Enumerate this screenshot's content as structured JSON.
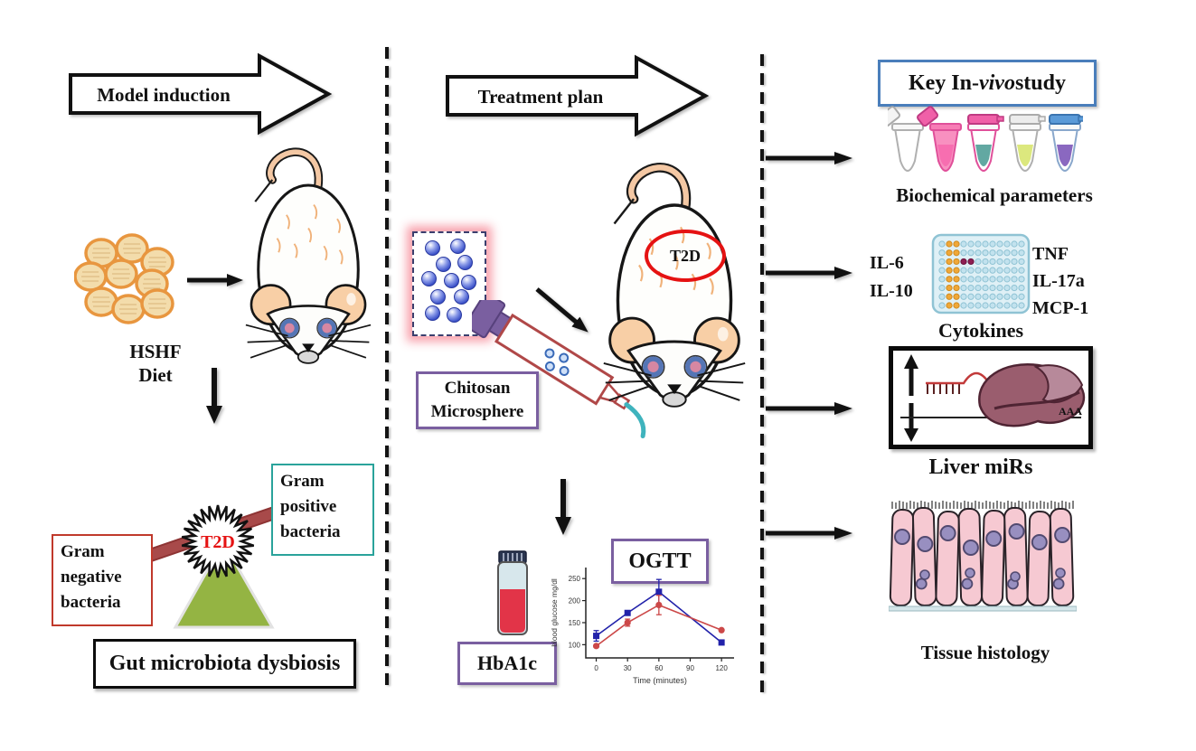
{
  "figure": {
    "sections": {
      "model_induction": {
        "banner": "Model induction",
        "diet": {
          "line1": "HSHF",
          "line2": "Diet"
        },
        "seesaw": {
          "center_label": "T2D",
          "left_box": {
            "line1": "Gram",
            "line2": "negative",
            "line3": "bacteria"
          },
          "right_box": {
            "line1": "Gram",
            "line2": "positive",
            "line3": "bacteria"
          }
        },
        "caption": "Gut microbiota dysbiosis"
      },
      "treatment_plan": {
        "banner": "Treatment plan",
        "microsphere_label": {
          "line1": "Chitosan",
          "line2": "Microsphere"
        },
        "mouse_tag": "T2D",
        "hba1c_label": "HbA1c",
        "ogtt_label": "OGTT"
      },
      "key_invivo": {
        "banner": {
          "prefix": "Key In-",
          "italic": "vivo",
          "suffix": " study"
        },
        "biochemical_caption": "Biochemical parameters",
        "cytokines": {
          "left_labels": {
            "line1": "IL-6",
            "line2": "IL-10"
          },
          "right_labels": {
            "line1": "TNF",
            "line2": "IL-17a",
            "line3": "MCP-1"
          },
          "caption": "Cytokines"
        },
        "liver": {
          "aaa": "AAA",
          "caption": "Liver miRs"
        },
        "histology_caption": "Tissue histology",
        "tube_liquids": [
          "none",
          "#f76eb0",
          "#62a8a2",
          "#dce87e",
          "#8a68c0"
        ]
      }
    },
    "colors": {
      "arrow": "#111111",
      "purple_box": "#7a5fa0",
      "blue_box": "#4a7ebb",
      "red_box": "#c0392b",
      "teal_box": "#2aa39b",
      "beam": "#a84a4a",
      "fulcrum": "#94b443",
      "t2d_red": "#e51212",
      "pellet_fill": "#f3dcab",
      "pellet_border": "#e8963f",
      "microsphere": "#3a50c8",
      "microsphere_glow": "#f797a3",
      "syringe_barrel": "#b04848",
      "syringe_plunger": "#7a5fa0",
      "syringe_tube": "#3fb3bd",
      "blood": "#e23448"
    }
  },
  "chart_data": {
    "type": "line",
    "title": "OGTT",
    "xlabel": "Time (minutes)",
    "ylabel": "blood glucose mg/dl",
    "x": [
      0,
      30,
      60,
      120
    ],
    "xticks": [
      0,
      30,
      60,
      90,
      120
    ],
    "yticks": [
      100,
      150,
      200,
      250
    ],
    "xlim": [
      -10,
      132
    ],
    "ylim": [
      70,
      275
    ],
    "grid": false,
    "legend": "none",
    "series": [
      {
        "name": "blue-squares",
        "color": "#2222aa",
        "marker": "square",
        "values": [
          120,
          172,
          220,
          105
        ],
        "errors": [
          12,
          0,
          28,
          0
        ]
      },
      {
        "name": "red-circles",
        "color": "#cc4848",
        "marker": "circle",
        "values": [
          97,
          150,
          190,
          133
        ],
        "errors": [
          0,
          8,
          22,
          0
        ]
      }
    ]
  },
  "plate": {
    "rows": 8,
    "cols": 12,
    "orange_cols": [
      1,
      2
    ],
    "highlight_wells": [
      [
        2,
        3
      ],
      [
        2,
        4
      ]
    ],
    "well_color": "#c2e2ee",
    "well_stroke": "#8fc3d4",
    "orange_color": "#f0a838",
    "highlight_color": "#8e1f52"
  }
}
